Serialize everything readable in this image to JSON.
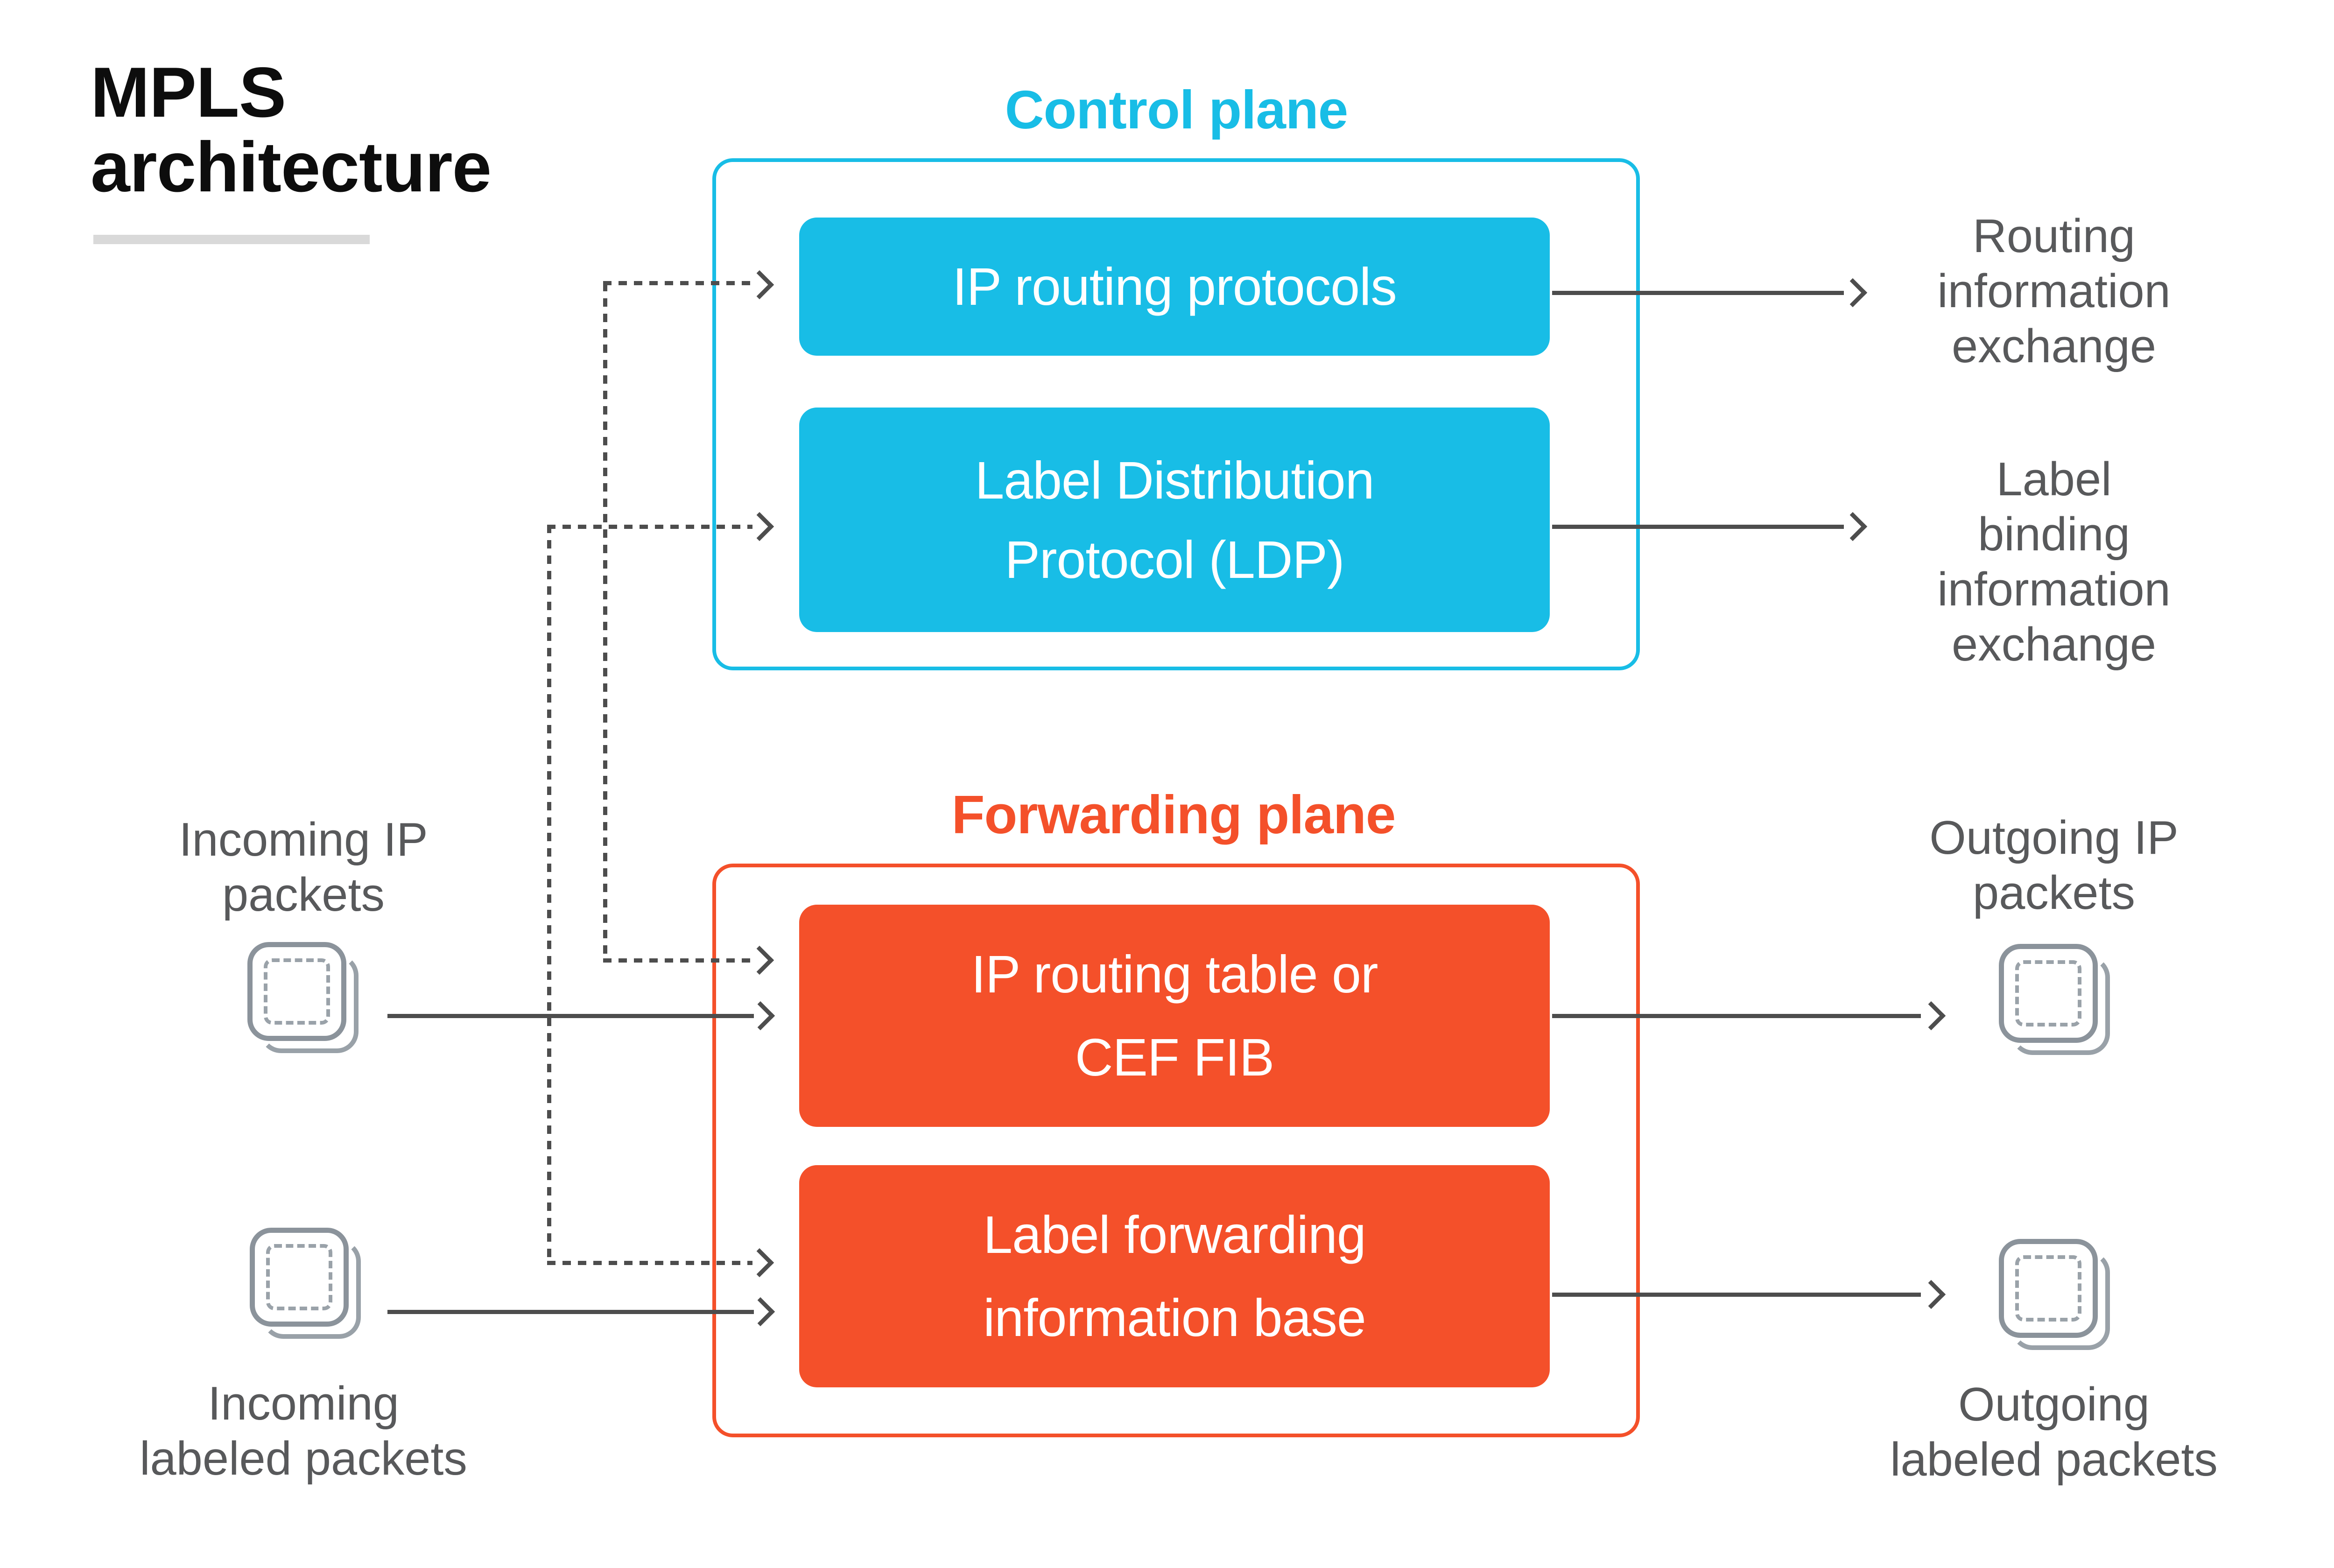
{
  "colors": {
    "cyan": "#18bde6",
    "orange": "#f4502a",
    "ink": "#0d0d0d",
    "gray-text": "#58595b",
    "line-gray": "#4d4d4d",
    "icon-gray": "#8b939b",
    "underline-gray": "#d9d9d9",
    "bg": "#ffffff"
  },
  "header": {
    "title_line1": "MPLS",
    "title_line2": "architecture"
  },
  "control_plane": {
    "title": "Control plane",
    "boxes": [
      {
        "name": "ip-routing-protocols",
        "lines": [
          "IP routing protocols"
        ]
      },
      {
        "name": "label-distribution-protocol",
        "lines": [
          "Label Distribution",
          "Protocol (LDP)"
        ]
      }
    ]
  },
  "forwarding_plane": {
    "title": "Forwarding plane",
    "boxes": [
      {
        "name": "ip-routing-table-or-cef-fib",
        "lines": [
          "IP routing table or",
          "CEF FIB"
        ]
      },
      {
        "name": "label-forwarding-information-base",
        "lines": [
          "Label forwarding",
          "information base"
        ]
      }
    ]
  },
  "side_labels": {
    "routing_exchange": {
      "lines": [
        "Routing",
        "information",
        "exchange"
      ]
    },
    "label_binding_exchange": {
      "lines": [
        "Label",
        "binding",
        "information",
        "exchange"
      ]
    },
    "incoming_ip": {
      "lines": [
        "Incoming IP",
        "packets"
      ]
    },
    "incoming_labeled": {
      "lines": [
        "Incoming",
        "labeled packets"
      ]
    },
    "outgoing_ip": {
      "lines": [
        "Outgoing IP",
        "packets"
      ]
    },
    "outgoing_labeled": {
      "lines": [
        "Outgoing",
        "labeled packets"
      ]
    }
  },
  "icons": {
    "incoming_ip_packets": "packet-stack-icon",
    "incoming_labeled_packets": "packet-stack-icon",
    "outgoing_ip_packets": "packet-stack-icon",
    "outgoing_labeled_packets": "packet-stack-icon"
  }
}
